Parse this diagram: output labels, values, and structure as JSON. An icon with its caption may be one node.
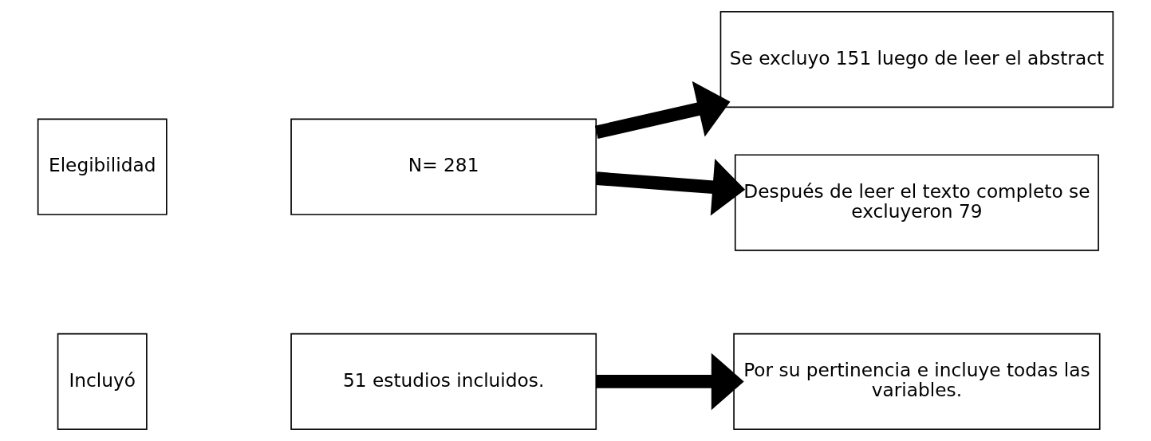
{
  "diagram": {
    "nodes": [
      {
        "text": [
          "Elegibilidad"
        ]
      },
      {
        "text": [
          "N= 281"
        ]
      },
      {
        "text": [
          "Se excluyo 151 luego de leer el abstract"
        ]
      },
      {
        "text": [
          "Después de leer el texto completo se excluyeron 79"
        ]
      },
      {
        "text": [
          "Incluyó"
        ]
      },
      {
        "text": [
          "51 estudios incluidos."
        ]
      },
      {
        "text": [
          "Por su pertinencia e incluye todas las variables."
        ]
      }
    ],
    "edges": [
      {
        "from": 1,
        "to": 2,
        "arrow": "to"
      },
      {
        "from": 1,
        "to": 3,
        "arrow": "to"
      },
      {
        "from": 5,
        "to": 6,
        "arrow": "to"
      }
    ]
  }
}
